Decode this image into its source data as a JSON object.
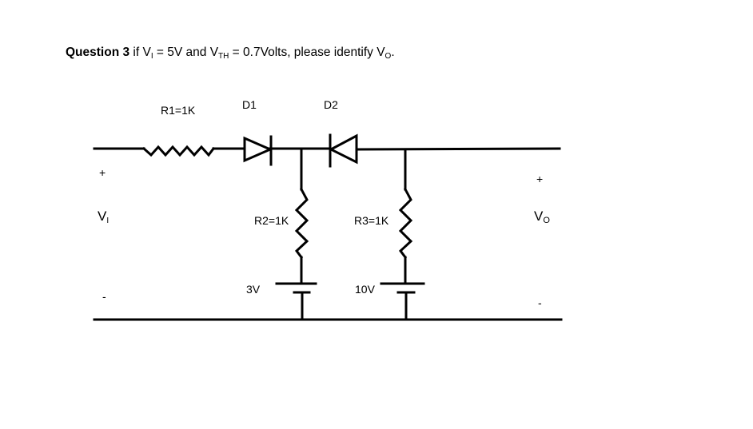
{
  "question": {
    "label": "Question 3",
    "t1": " if V",
    "sub_i": "I",
    "t2": " = 5V and V",
    "sub_th": "TH",
    "t3": " = 0.7Volts, please identify V",
    "sub_o": "O",
    "t4": "."
  },
  "circuit": {
    "r1": "R1=1K",
    "d1": "D1",
    "d2": "D2",
    "r2": "R2=1K",
    "r3": "R3=1K",
    "v_batt1": "3V",
    "v_batt2": "10V",
    "in_plus": "+",
    "in_minus": "-",
    "vi": "V",
    "vi_sub": "I",
    "out_plus": "+",
    "out_minus": "-",
    "vo": "V",
    "vo_sub": "O"
  }
}
